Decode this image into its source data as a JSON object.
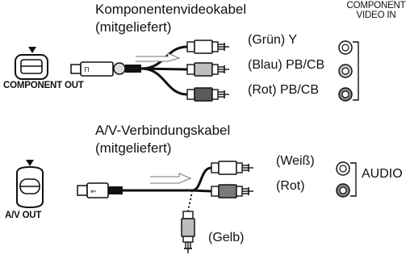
{
  "component": {
    "title_line1": "Komponentenvideokabel",
    "title_line2": "(mitgeliefert)",
    "port_label": "COMPONENT OUT",
    "input_header_line1": "COMPONENT",
    "input_header_line2": "VIDEO IN",
    "plugs": [
      {
        "label": "(Grün) Y",
        "color": "#ffffff"
      },
      {
        "label": "(Blau) PB/CB",
        "color": "#bdbdbd"
      },
      {
        "label": "(Rot) PB/CB",
        "color": "#5a5a5a"
      }
    ]
  },
  "av": {
    "title_line1": "A/V-Verbindungskabel",
    "title_line2": "(mitgeliefert)",
    "port_label": "A/V OUT",
    "plugs": [
      {
        "label": "(Weiß)",
        "color": "#ffffff"
      },
      {
        "label": "(Rot)",
        "color": "#7a7a7a"
      },
      {
        "label": "(Gelb)",
        "color": "#bdbdbd"
      }
    ],
    "audio_label": "AUDIO"
  },
  "icons": {
    "port": "triangle-pointer-icon",
    "arrow": "direction-arrow-icon",
    "jack": "rca-jack-icon"
  }
}
